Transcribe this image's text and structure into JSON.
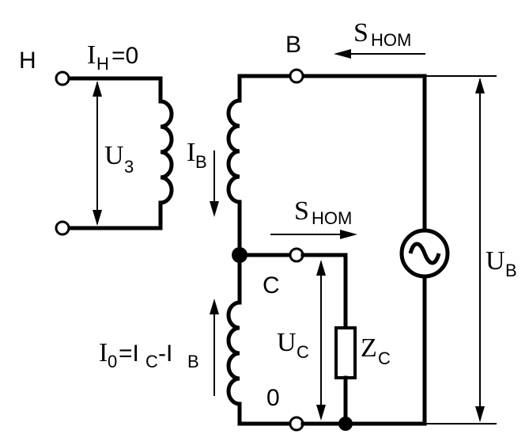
{
  "nodes": {
    "low_voltage": "Н",
    "high_voltage": "В",
    "medium_voltage": "С",
    "neutral": "0"
  },
  "labels": {
    "i_h_main": "I",
    "i_h_sub": "Н",
    "i_h_eq": "=0",
    "u3_main": "U",
    "u3_sub": "3",
    "ib_main": "I",
    "ib_sub": "В",
    "snom_top_main": "S",
    "snom_top_sub": "НОМ",
    "snom_mid_main": "S",
    "snom_mid_sub": "НОМ",
    "ub_main": "U",
    "ub_sub": "В",
    "uc_main": "U",
    "uc_sub": "С",
    "zc_main": "Z",
    "zc_sub": "С",
    "i0_main": "I",
    "i0_sub": "0",
    "i0_eq": "=I",
    "i0_ic_sub": "С",
    "i0_minus": "-I",
    "i0_ib_sub": "В"
  }
}
